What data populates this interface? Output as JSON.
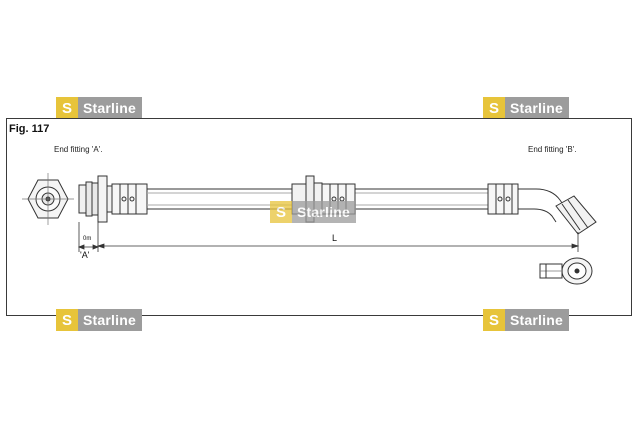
{
  "figure": {
    "label": "Fig. 117",
    "end_fitting_a": "End fitting 'A'.",
    "end_fitting_b": "End fitting 'B'.",
    "dim_a_small": "0m",
    "dim_a": "'A'",
    "dim_length": "L"
  },
  "watermark": {
    "brand": "Starline",
    "mark": "S",
    "colors": {
      "mark_bg": "#e7c43a",
      "word_bg": "#9c9c9c",
      "text": "#ffffff"
    }
  }
}
